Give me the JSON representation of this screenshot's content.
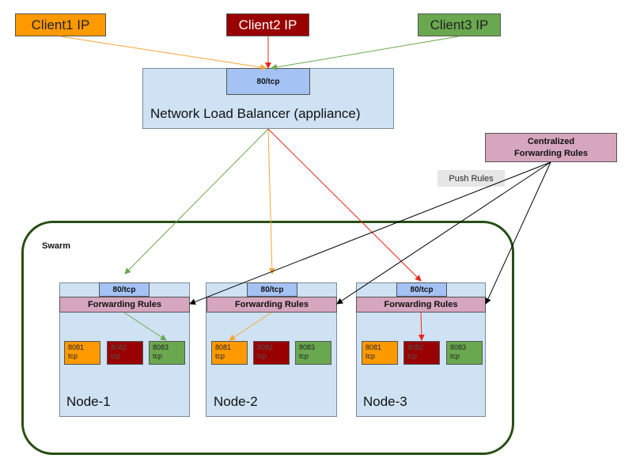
{
  "clients": {
    "client1": "Client1 IP",
    "client2": "Client2 IP",
    "client3": "Client3 IP"
  },
  "load_balancer": {
    "port": "80/tcp",
    "label": "Network Load Balancer (appliance)"
  },
  "centralized_rules": {
    "line1": "Centralized",
    "line2": "Forwarding Rules"
  },
  "push_rules": "Push Rules",
  "swarm": {
    "label": "Swarm",
    "nodes": [
      {
        "name": "Node-1",
        "port": "80/tcp",
        "rules": "Forwarding Rules",
        "services": [
          {
            "port": "8081",
            "proto": "tcp"
          },
          {
            "port": "8082",
            "proto": "tcp"
          },
          {
            "port": "8083",
            "proto": "tcp"
          }
        ]
      },
      {
        "name": "Node-2",
        "port": "80/tcp",
        "rules": "Forwarding Rules",
        "services": [
          {
            "port": "8081",
            "proto": "tcp"
          },
          {
            "port": "8082",
            "proto": "tcp"
          },
          {
            "port": "8083",
            "proto": "tcp"
          }
        ]
      },
      {
        "name": "Node-3",
        "port": "80/tcp",
        "rules": "Forwarding Rules",
        "services": [
          {
            "port": "8081",
            "proto": "tcp"
          },
          {
            "port": "8082",
            "proto": "tcp"
          },
          {
            "port": "8083",
            "proto": "tcp"
          }
        ]
      }
    ]
  },
  "colors": {
    "orange": "#ff9900",
    "red": "#990000",
    "green": "#6aa84f",
    "line_orange": "#f6a532",
    "line_red": "#e8271f",
    "line_green": "#6aa84f",
    "line_black": "#000000",
    "swarm_border": "#274e13",
    "node_fill": "#cfe2f3",
    "port_fill": "#a4c2f4",
    "rules_fill": "#d5a6bd"
  }
}
